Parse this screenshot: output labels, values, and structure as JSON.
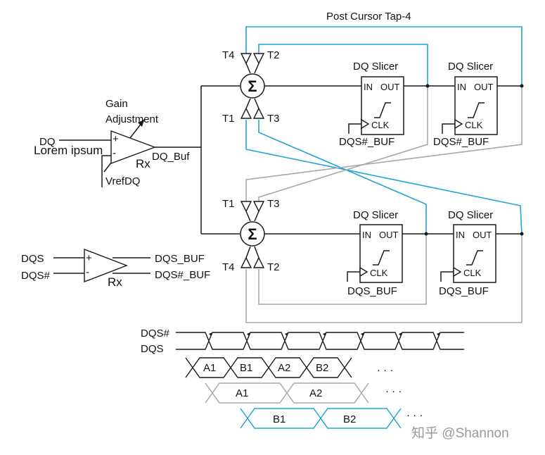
{
  "labels": {
    "post_cursor": "Post Cursor Tap-4",
    "gain_line1": "Gain",
    "gain_line2": "Adjustment",
    "dq": "DQ",
    "lorem": "Lorem ipsum",
    "rx": "Rx",
    "dq_buf": "DQ_Buf",
    "vrefdq": "VrefDQ",
    "plus": "+",
    "minus": "-",
    "dqs": "DQS",
    "dqs_n": "DQS#",
    "dqs_buf_out": "DQS_BUF",
    "dqs_n_buf_out": "DQS#_BUF",
    "t1": "T1",
    "t2": "T2",
    "t3": "T3",
    "t4": "T4",
    "sigma": "Σ",
    "dq_slicer": "DQ Slicer",
    "in": "IN",
    "out": "OUT",
    "clk": "CLK",
    "slicer_clk_top": "DQS#_BUF",
    "slicer_clk_bottom": "DQS_BUF",
    "wave_dqs_n": "DQS#",
    "wave_dqs": "DQS",
    "dots": "· · ·",
    "watermark": "知乎 @Shannon"
  },
  "eye_rows": {
    "row1": [
      "A1",
      "B1",
      "A2",
      "B2"
    ],
    "row2": [
      "A1",
      "A2"
    ],
    "row3": [
      "B1",
      "B2"
    ]
  },
  "colors": {
    "wire": "#1a1a1a",
    "feedback_blue": "#1ea5d8",
    "feedback_gray": "#a8a8a8",
    "watermark": "#9a9a9a"
  }
}
